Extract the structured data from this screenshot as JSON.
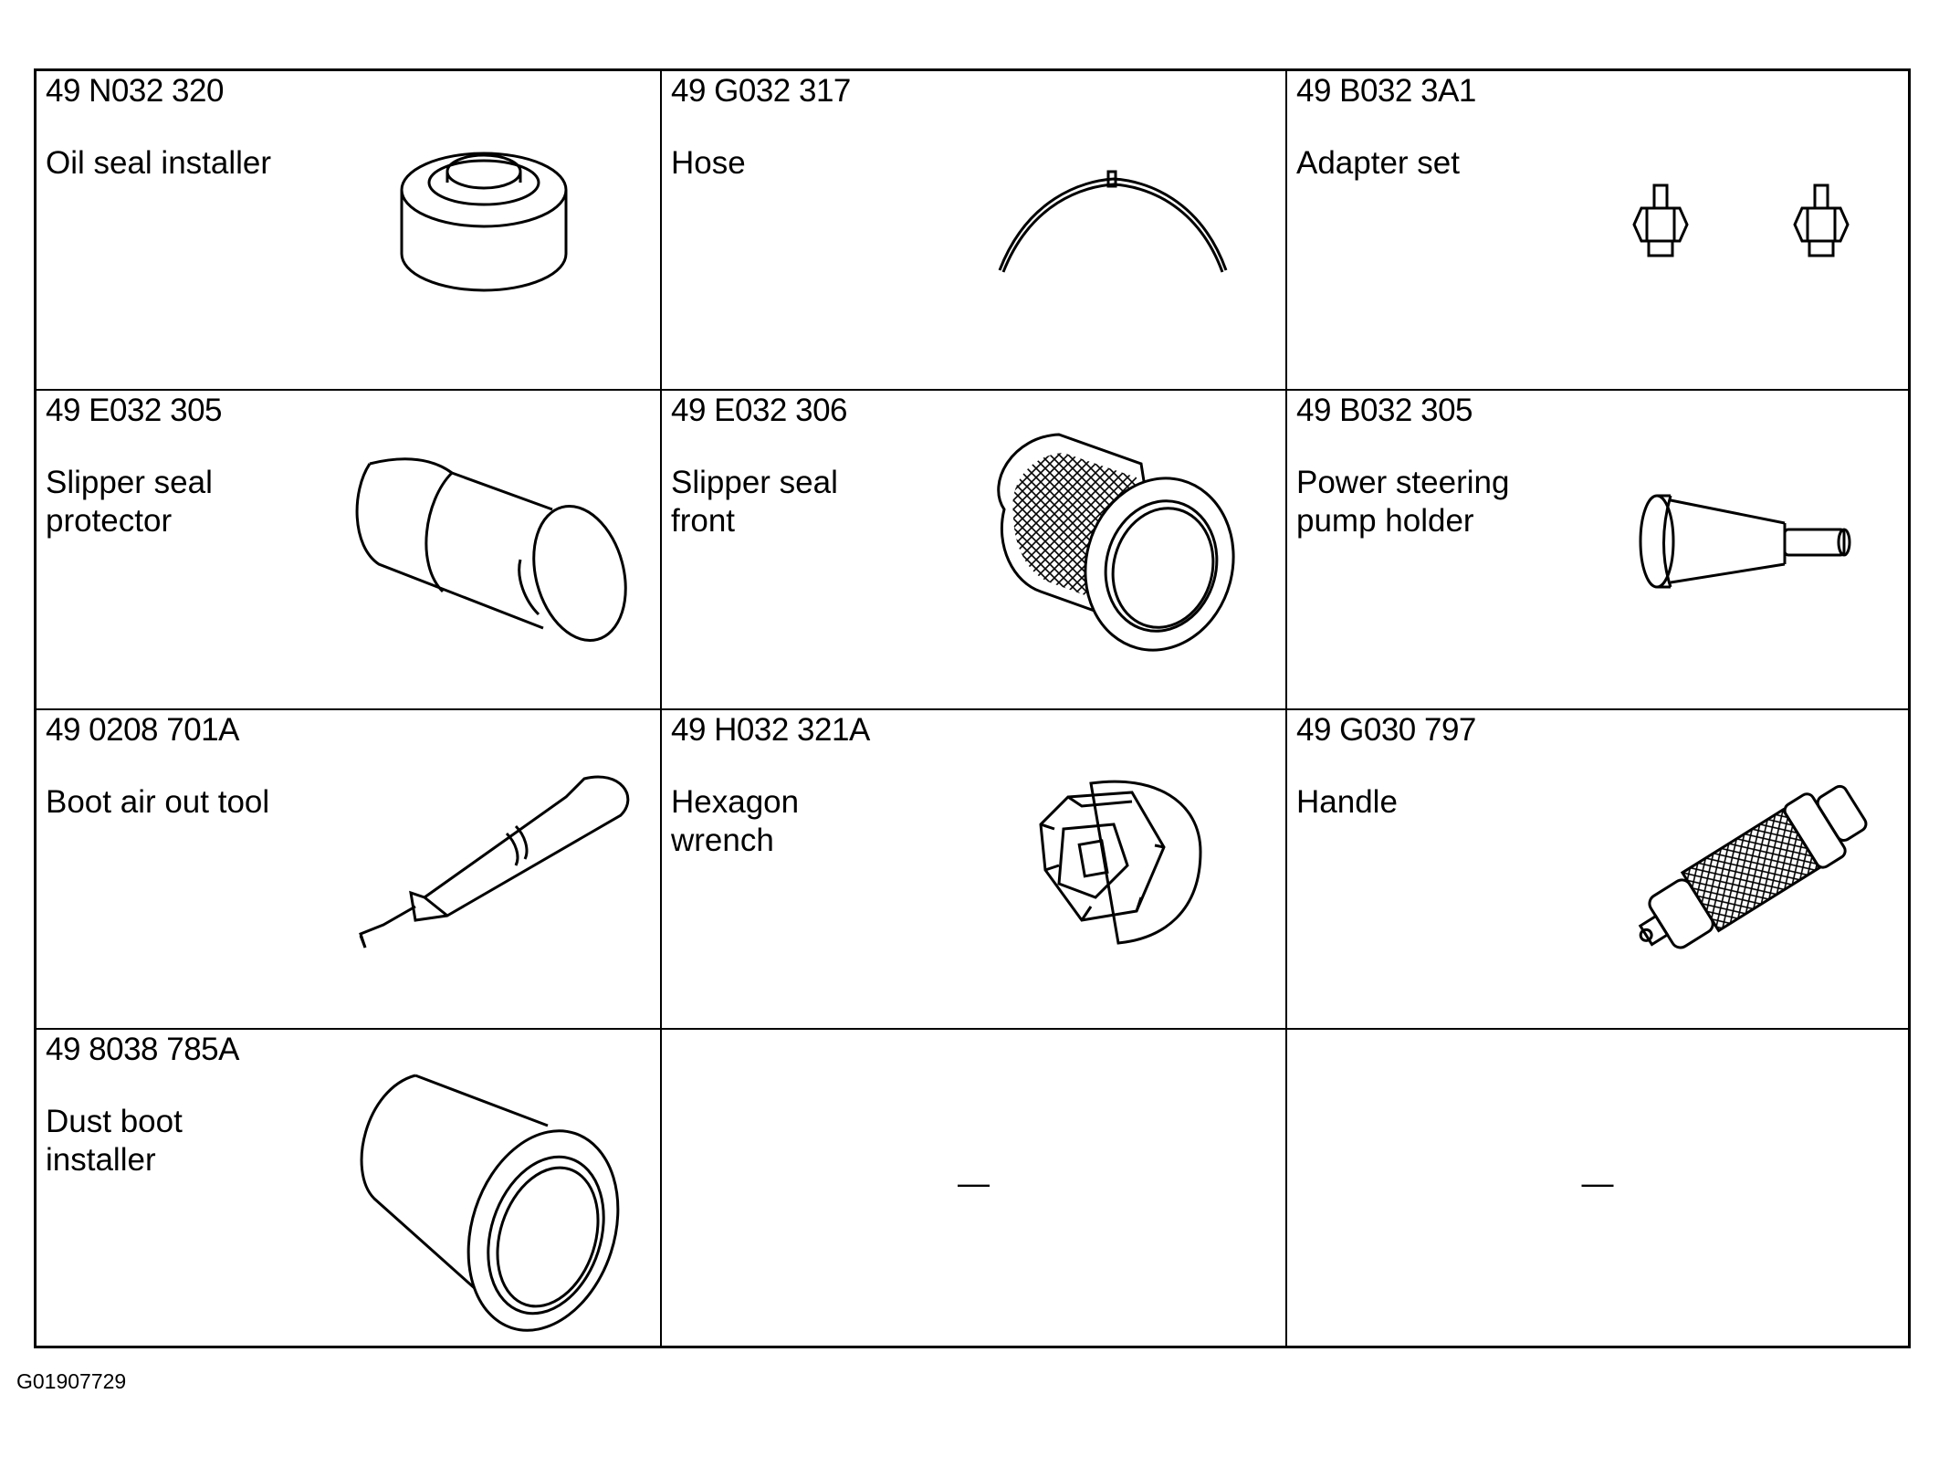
{
  "tools": [
    {
      "code": "49 N032 320",
      "name": "Oil seal installer",
      "icon": "oil-seal-installer-icon"
    },
    {
      "code": "49 G032 317",
      "name": "Hose",
      "icon": "hose-icon"
    },
    {
      "code": "49 B032 3A1",
      "name": "Adapter set",
      "icon": "adapter-set-icon"
    },
    {
      "code": "49 E032 305",
      "name": "Slipper seal\nprotector",
      "icon": "slipper-seal-protector-icon"
    },
    {
      "code": "49 E032 306",
      "name": "Slipper seal\nfront",
      "icon": "slipper-seal-front-icon"
    },
    {
      "code": "49 B032 305",
      "name": "Power steering\npump holder",
      "icon": "pump-holder-icon"
    },
    {
      "code": "49 0208 701A",
      "name": "Boot air out tool",
      "icon": "boot-air-out-tool-icon"
    },
    {
      "code": "49 H032 321A",
      "name": "Hexagon\nwrench",
      "icon": "hexagon-wrench-icon"
    },
    {
      "code": "49 G030 797",
      "name": "Handle",
      "icon": "handle-icon"
    },
    {
      "code": "49 8038 785A",
      "name": "Dust boot\ninstaller",
      "icon": "dust-boot-installer-icon"
    },
    {
      "dash": "—"
    },
    {
      "dash": "—"
    }
  ],
  "figure_id": "G01907729"
}
